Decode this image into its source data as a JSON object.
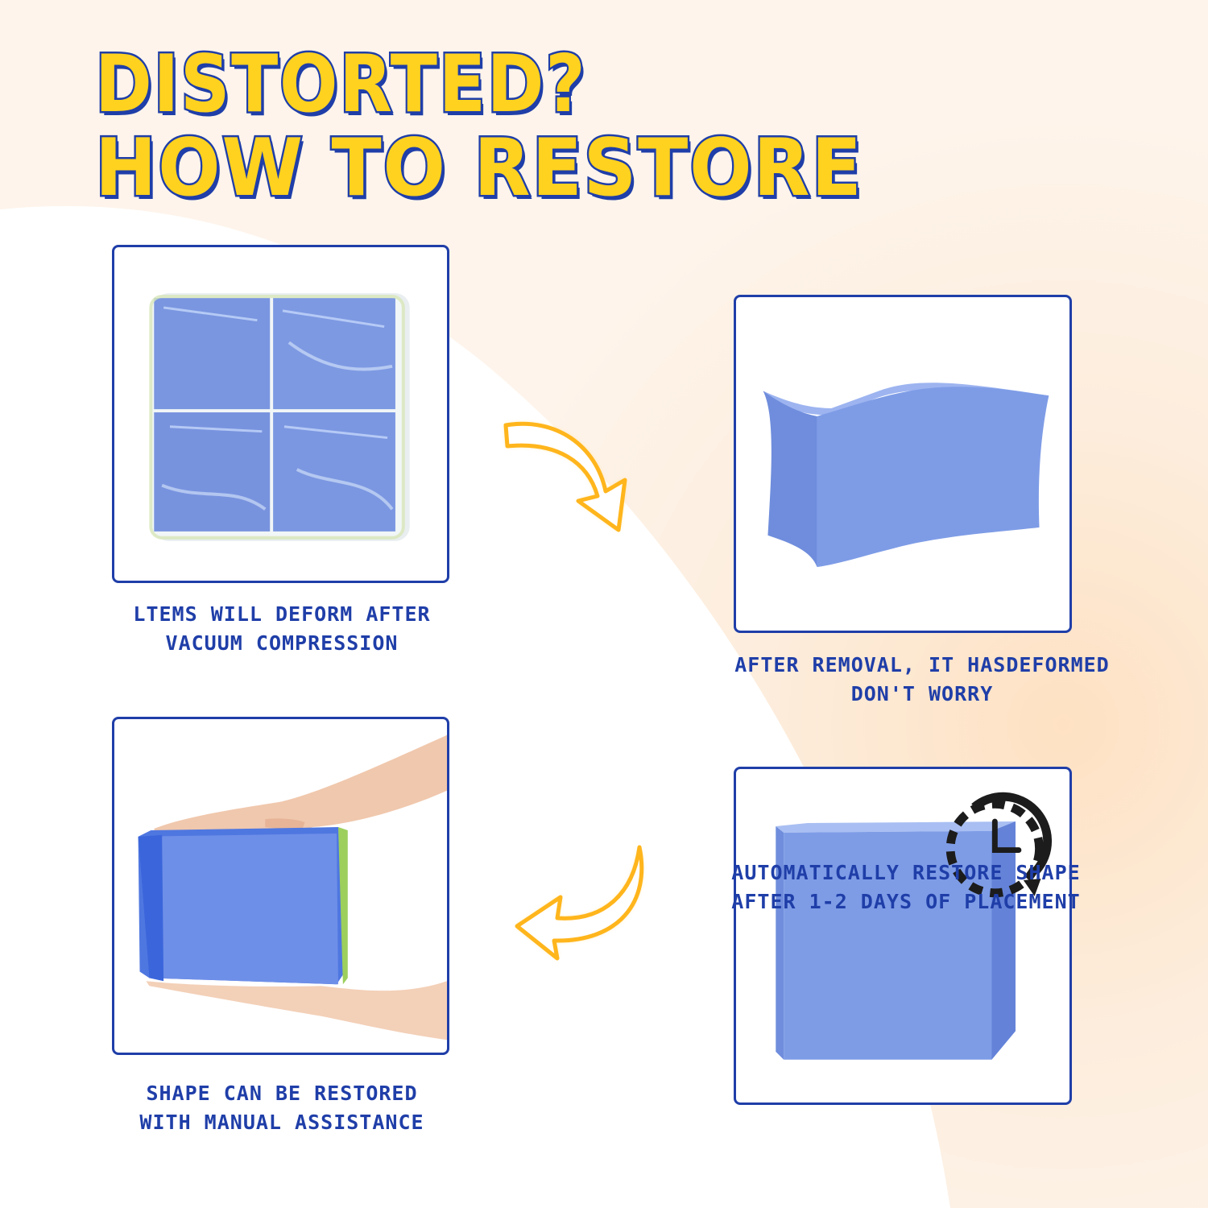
{
  "title": {
    "line1": "DISTORTED?",
    "line2": "HOW TO RESTORE"
  },
  "steps": [
    {
      "image": "vacuum-packed-blue-foam-cubes",
      "caption_line1": "LTEMS WILL DEFORM AFTER",
      "caption_line2": "VACUUM COMPRESSION"
    },
    {
      "image": "deformed-blue-foam-cube",
      "caption_line1": "AFTER REMOVAL, IT HASDEFORMED",
      "caption_line2": "DON'T WORRY"
    },
    {
      "image": "hands-holding-blue-foam-cube",
      "caption_line1": "SHAPE CAN BE RESTORED",
      "caption_line2": "WITH MANUAL ASSISTANCE"
    },
    {
      "image": "restored-blue-foam-cube-with-clock-icon",
      "caption_line1": "AUTOMATICALLY RESTORE SHAPE",
      "caption_line2": "AFTER 1-2 DAYS OF PLACEMENT"
    }
  ],
  "colors": {
    "title_fill": "#ffd21f",
    "title_outline": "#1f3ea8",
    "caption_text": "#1f3ea8",
    "frame_border": "#1f3ea8",
    "foam": "#7c9be6",
    "arrow": "#ffb51c"
  }
}
